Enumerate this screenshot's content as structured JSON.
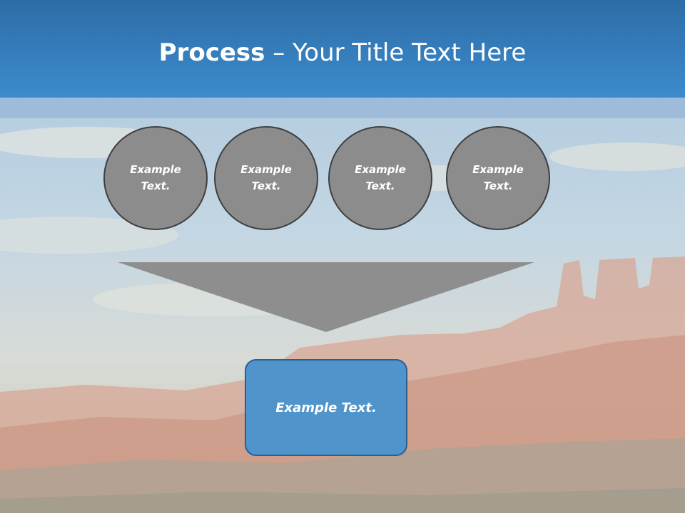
{
  "title": {
    "bold": "Process",
    "separator": " – ",
    "rest": "Your Title Text Here"
  },
  "steps": [
    {
      "label": "Example Text."
    },
    {
      "label": "Example Text."
    },
    {
      "label": "Example Text."
    },
    {
      "label": "Example Text."
    }
  ],
  "result": {
    "label": "Example Text."
  },
  "colors": {
    "title_bar": "#3a86c8",
    "circle_fill": "#8c8c8c",
    "circle_border": "#3f3f3f",
    "funnel": "#8e8e8e",
    "result_fill": "#4f95cc"
  },
  "background": "desert-mesa-landscape-photo"
}
